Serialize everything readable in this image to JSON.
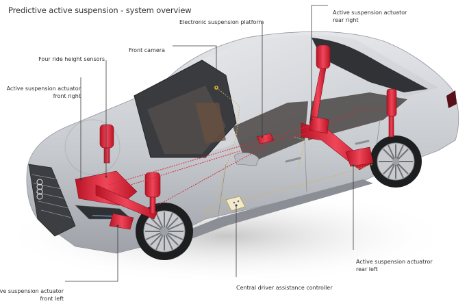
{
  "title": "Predictive active suspension - system overview",
  "labels": {
    "electronic_platform": "Electronic suspension platform",
    "front_camera": "Front camera",
    "ride_height_sensors": "Four ride height sensors",
    "actuator_front_right_l1": "Active suspension actuator",
    "actuator_front_right_l2": "front right",
    "actuator_rear_right_l1": "Active suspension actuator",
    "actuator_rear_right_l2": "rear right",
    "actuator_front_left_l1": "Active suspension actuator",
    "actuator_front_left_l2": "front left",
    "central_controller": "Central driver assistance controller",
    "actuator_rear_left_l1": "Active suspension actuatror",
    "actuator_rear_left_l2": "rear left"
  },
  "colors": {
    "accent_red": "#d8283a",
    "body_silver": "#c9ccd1",
    "glass_dark": "#2b2d31",
    "wiring_yellow": "#d9b44a",
    "leader_line": "#3a3a3a"
  }
}
